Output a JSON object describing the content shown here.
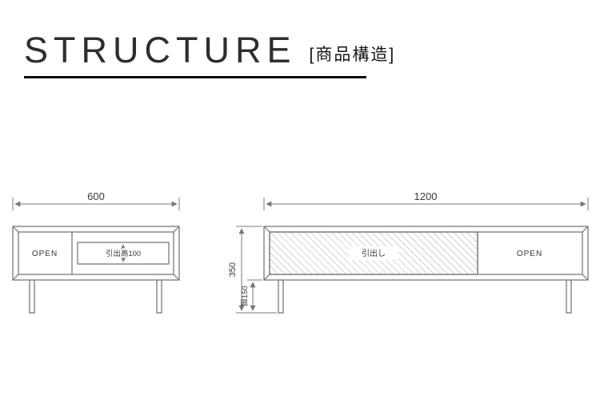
{
  "header": {
    "title": "STRUCTURE",
    "subtitle": "[商品構造]"
  },
  "side_view": {
    "width_dim": "600",
    "open_label": "OPEN",
    "drawer_height_label": "引出高100"
  },
  "front_view": {
    "width_dim": "1200",
    "height_dim": "350",
    "leg_dim": "脚150",
    "drawer_label": "引出し",
    "open_label": "OPEN"
  },
  "colors": {
    "line": "#6f6f6f",
    "underline": "#0a0a0a",
    "hatch": "#a8a8a8"
  }
}
